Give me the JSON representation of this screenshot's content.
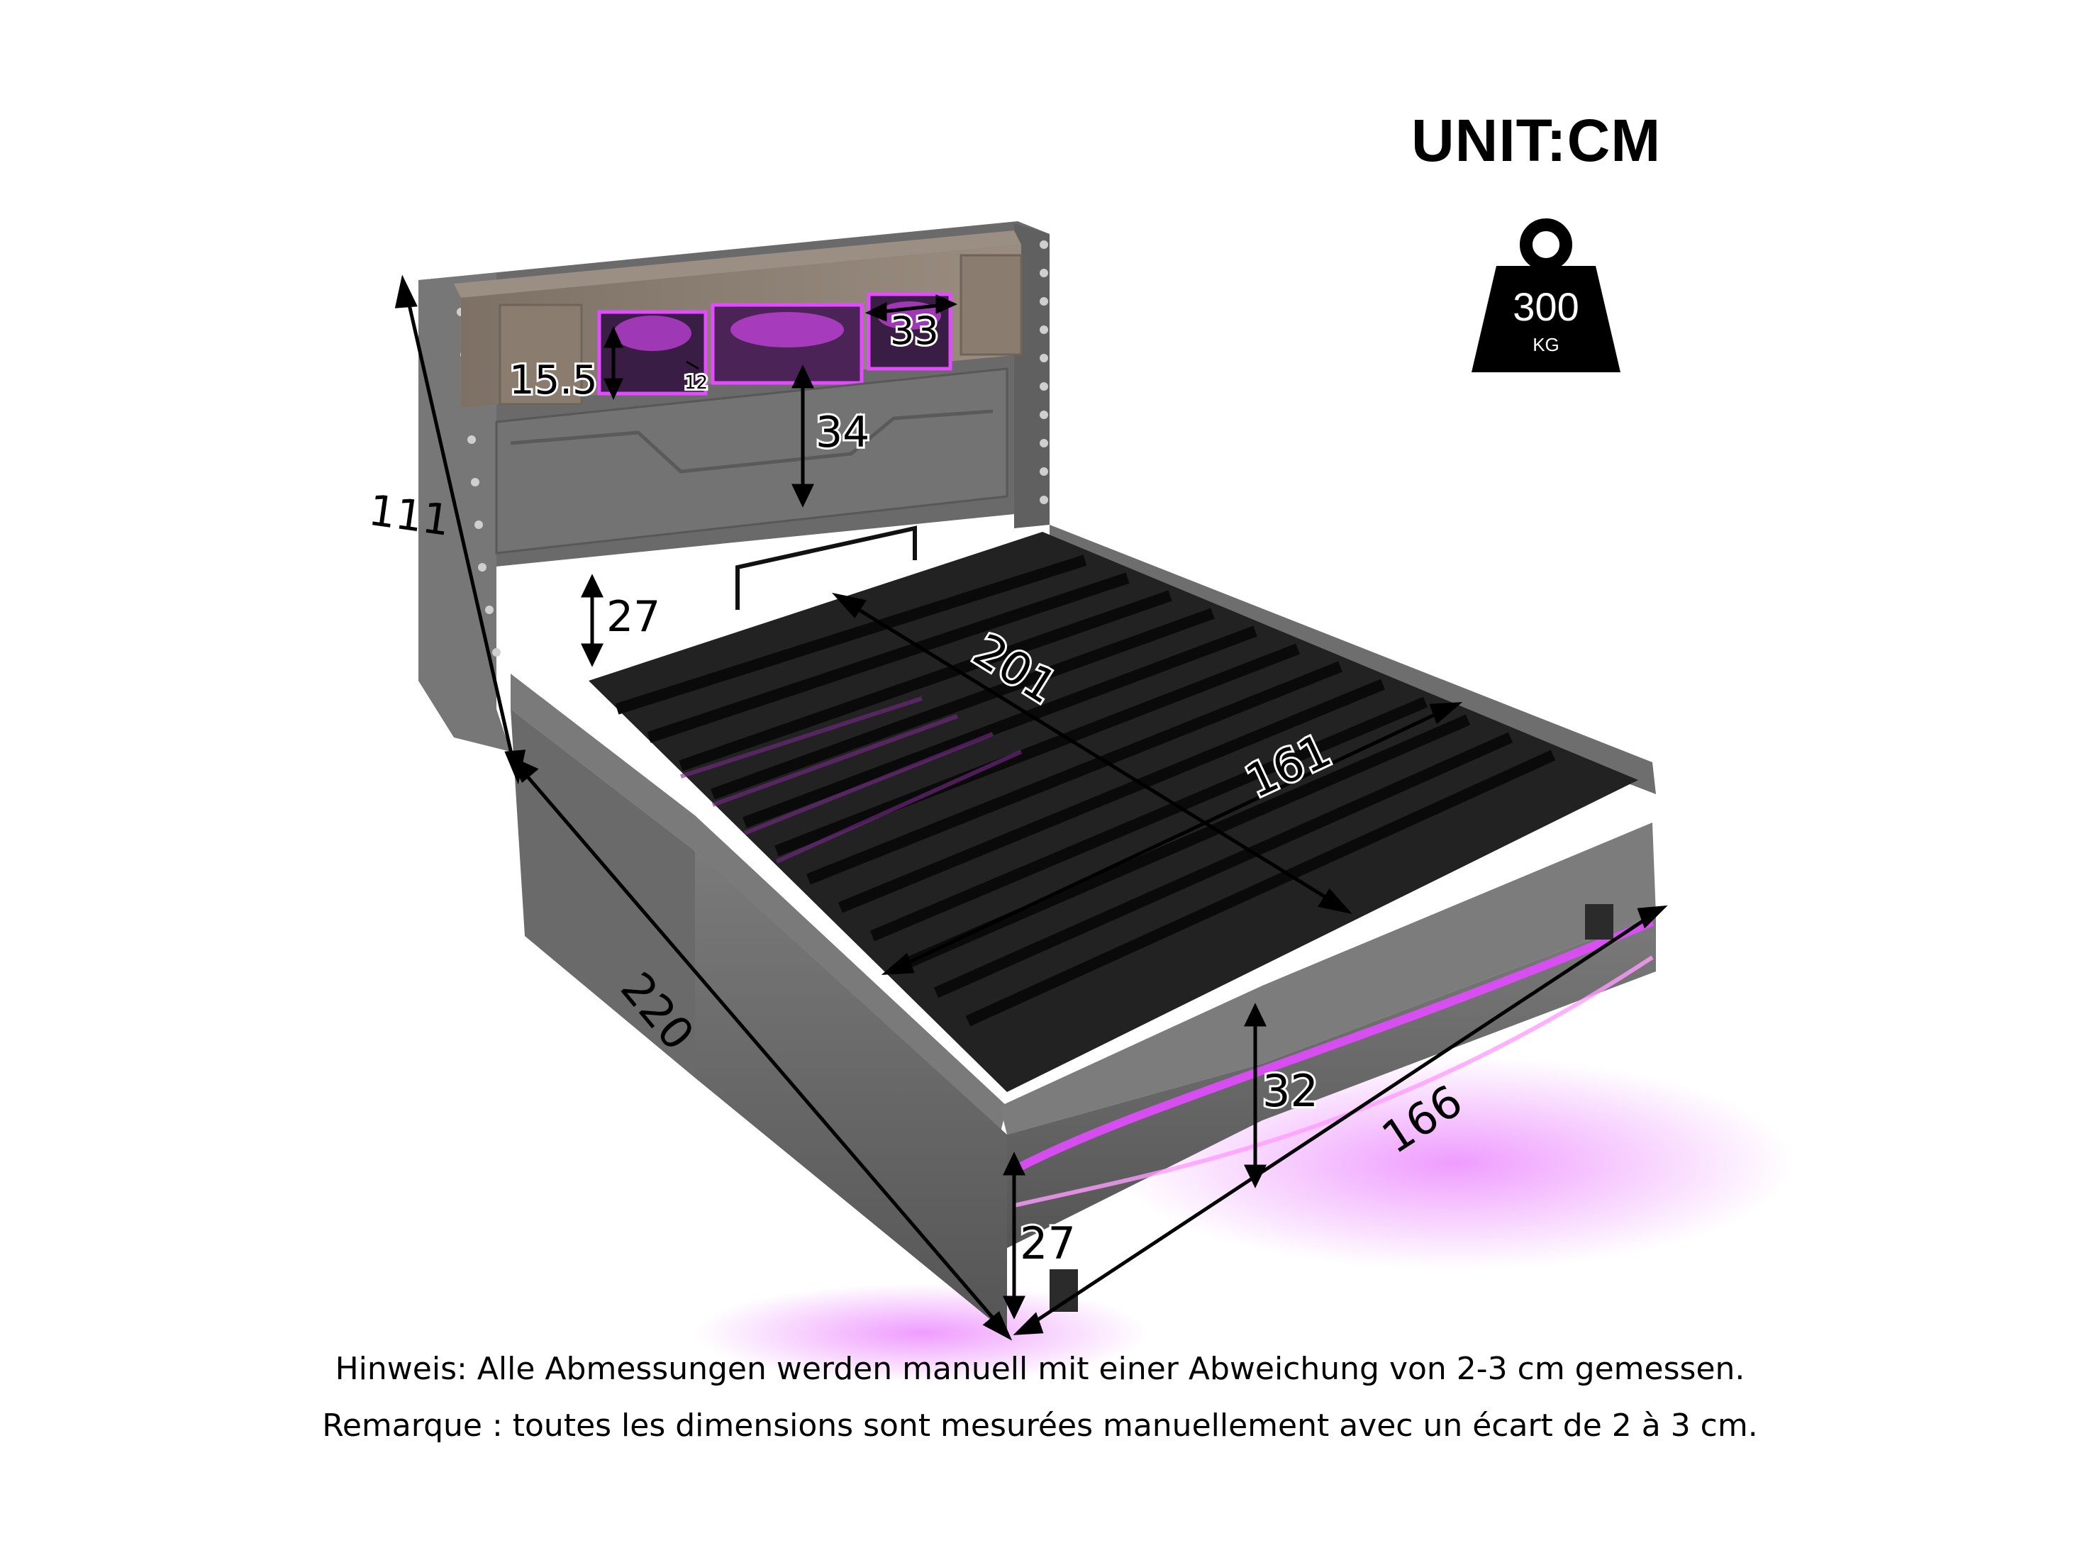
{
  "unit_label": "UNIT:CM",
  "load_capacity": {
    "value": "300",
    "unit": "KG",
    "icon": "weight-icon"
  },
  "dimensions": {
    "total_height": "111",
    "length": "220",
    "width": "166",
    "inner_length": "201",
    "inner_width": "161",
    "headboard_cushion_height": "34",
    "shelf_height": "15.5",
    "shelf_depth": "12",
    "shelf_width": "33",
    "headboard_gap_height": "27",
    "side_rail_height": "32",
    "leg_height": "27"
  },
  "colors": {
    "frame": "#6b6b6b",
    "frame_dark": "#4a4a4a",
    "wood": "#8a7d70",
    "slats": "#1a1a1a",
    "led": "#e24bff"
  },
  "notes": {
    "de": "Hinweis: Alle Abmessungen werden manuell mit einer Abweichung von 2-3 cm gemessen.",
    "fr": "Remarque : toutes les dimensions sont mesurées manuellement avec un écart de 2 à 3 cm."
  }
}
